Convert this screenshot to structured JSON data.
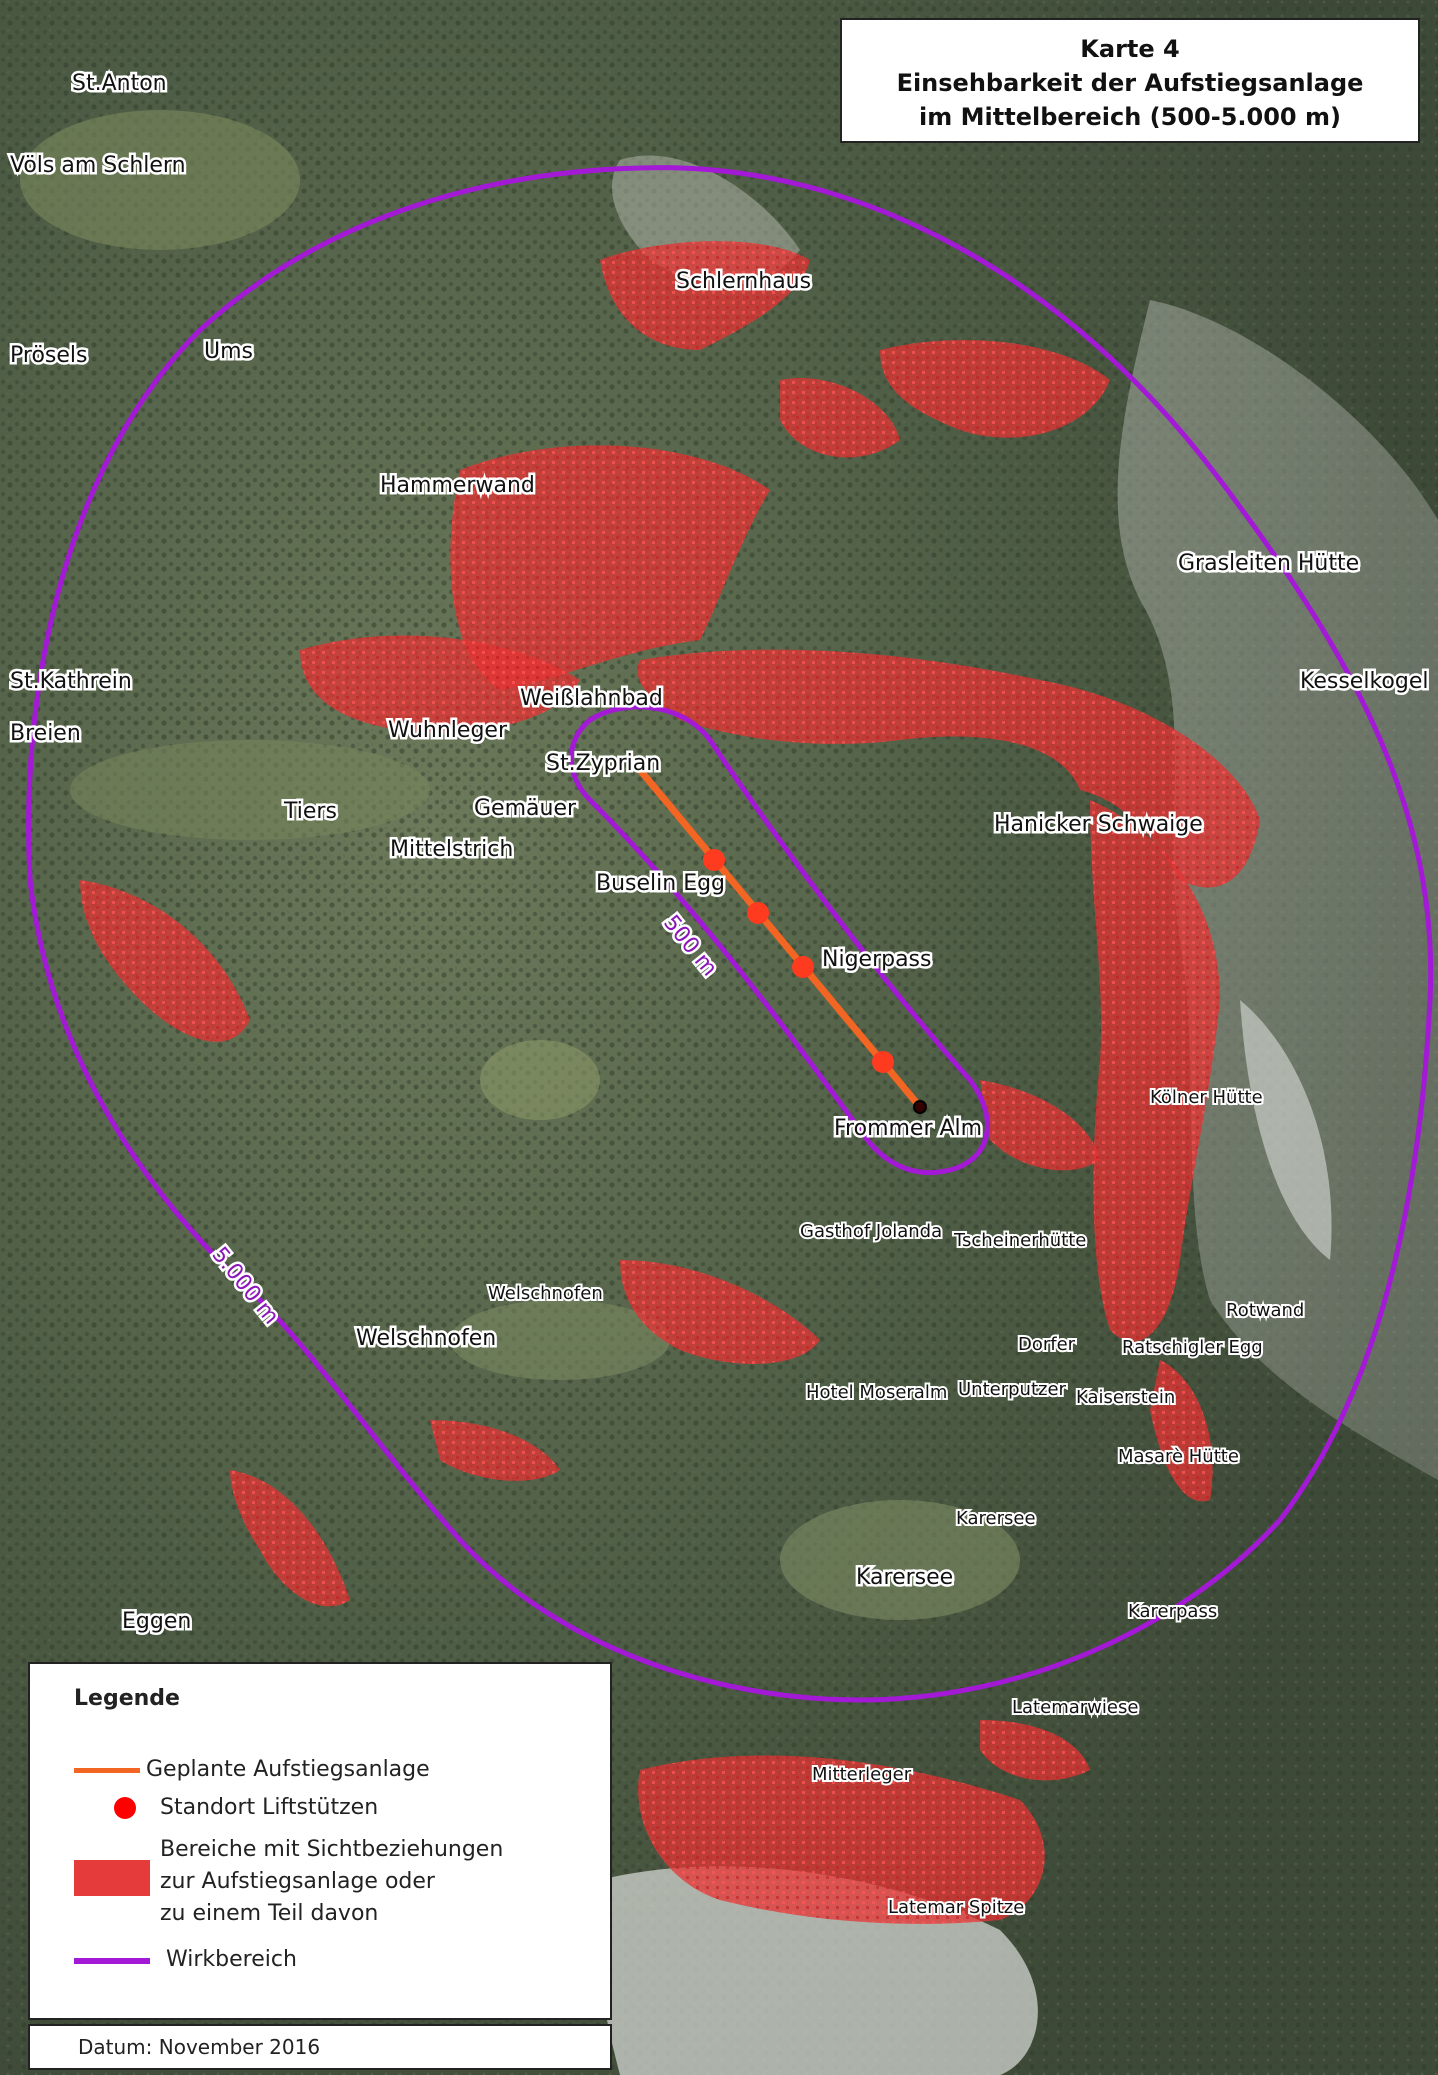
{
  "title": {
    "line1": "Karte 4",
    "line2": "Einsehbarkeit der Aufstiegsanlage",
    "line3": "im Mittelbereich (500-5.000 m)"
  },
  "colors": {
    "lift_line": "#f26522",
    "pylon": "#ff3b1f",
    "visibility_area": "#e53b3b",
    "impact_zone": "#a319d6",
    "label_halo": "#ffffff",
    "label_text": "#111111"
  },
  "zones": {
    "inner_label": "500 m",
    "outer_label": "5.000 m"
  },
  "places_large": [
    {
      "name": "St.Anton"
    },
    {
      "name": "Völs am Schlern"
    },
    {
      "name": "Prösels"
    },
    {
      "name": "Ums"
    },
    {
      "name": "Schlernhaus"
    },
    {
      "name": "Hammerwand"
    },
    {
      "name": "Grasleiten Hütte"
    },
    {
      "name": "St.Kathrein"
    },
    {
      "name": "Breien"
    },
    {
      "name": "Kesselkogel"
    },
    {
      "name": "Weißlahnbad"
    },
    {
      "name": "Wuhnleger"
    },
    {
      "name": "St.Zyprian"
    },
    {
      "name": "Gemäuer"
    },
    {
      "name": "Tiers"
    },
    {
      "name": "Mittelstrich"
    },
    {
      "name": "Hanicker Schwaige"
    },
    {
      "name": "Buselin Egg"
    },
    {
      "name": "Nigerpass"
    },
    {
      "name": "Frommer Alm"
    },
    {
      "name": "Welschnofen"
    },
    {
      "name": "Karersee"
    },
    {
      "name": "Eggen"
    }
  ],
  "places_small": [
    {
      "name": "Kölner Hütte"
    },
    {
      "name": "Gasthof Jolanda"
    },
    {
      "name": "Tscheinerhütte"
    },
    {
      "name": "Welschnofen"
    },
    {
      "name": "Rotwand"
    },
    {
      "name": "Dorfer"
    },
    {
      "name": "Ratschigler Egg"
    },
    {
      "name": "Hotel Moseralm"
    },
    {
      "name": "Unterputzer"
    },
    {
      "name": "Kaiserstein"
    },
    {
      "name": "Masarè Hütte"
    },
    {
      "name": "Karersee"
    },
    {
      "name": "Karerpass"
    },
    {
      "name": "Latemarwiese"
    },
    {
      "name": "Mitterleger"
    },
    {
      "name": "Latemar Spitze"
    }
  ],
  "legend": {
    "heading": "Legende",
    "planned_lift": "Geplante Aufstiegsanlage",
    "pylons": "Standort Liftstützen",
    "visibility_line1": "Bereiche mit Sichtbeziehungen",
    "visibility_line2": "zur Aufstiegsanlage oder",
    "visibility_line3": "zu einem Teil davon",
    "impact_zone": "Wirkbereich"
  },
  "date": "Datum: November 2016"
}
